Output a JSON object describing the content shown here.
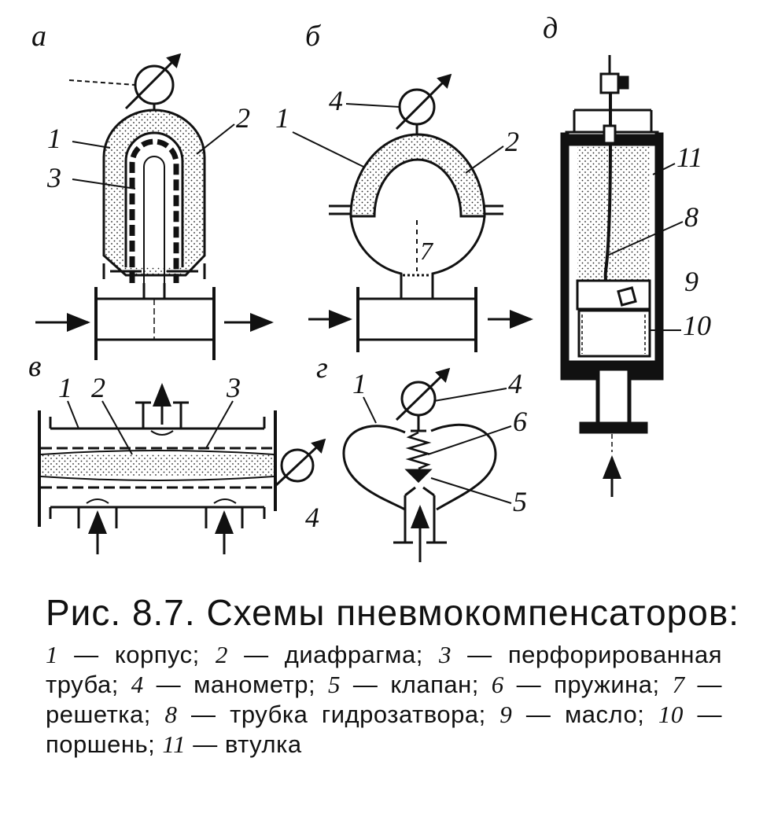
{
  "figure": {
    "panel_labels": [
      "а",
      "б",
      "в",
      "г",
      "д"
    ],
    "callouts": {
      "a": [
        "1",
        "2",
        "3"
      ],
      "b": [
        "1",
        "2",
        "4",
        "7"
      ],
      "v": [
        "1",
        "2",
        "3",
        "4"
      ],
      "g": [
        "1",
        "4",
        "6",
        "5"
      ],
      "d": [
        "11",
        "8",
        "9",
        "10"
      ]
    }
  },
  "caption": {
    "title": "Рис. 8.7. Схемы пневмокомпенсаторов:",
    "legend": [
      {
        "num": "1",
        "text": "корпус"
      },
      {
        "num": "2",
        "text": "диафрагма"
      },
      {
        "num": "3",
        "text": "перфорированная труба"
      },
      {
        "num": "4",
        "text": "манометр"
      },
      {
        "num": "5",
        "text": "клапан"
      },
      {
        "num": "6",
        "text": "пружина"
      },
      {
        "num": "7",
        "text": "решетка"
      },
      {
        "num": "8",
        "text": "трубка гидрозатвора"
      },
      {
        "num": "9",
        "text": "масло"
      },
      {
        "num": "10",
        "text": "поршень"
      },
      {
        "num": "11",
        "text": "втулка"
      }
    ]
  }
}
